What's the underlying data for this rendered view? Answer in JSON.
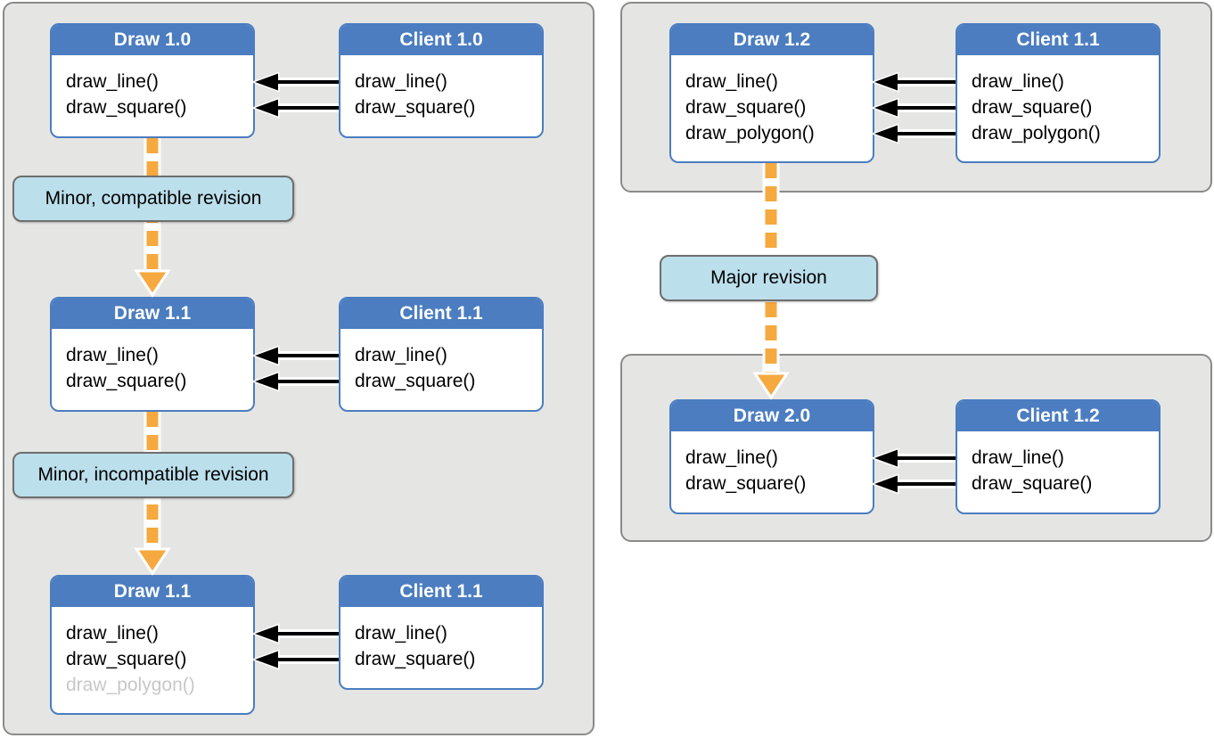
{
  "colors": {
    "accent_blue": "#4b7dc0",
    "panel_bg": "#e5e6e4",
    "label_bg": "#bcdfec",
    "arrow_orange": "#f5a93f",
    "ghost_text": "#c6c8c6"
  },
  "boxes": [
    {
      "title": "Draw 1.0",
      "methods": [
        "draw_line()",
        "draw_square()"
      ]
    },
    {
      "title": "Client 1.0",
      "methods": [
        "draw_line()",
        "draw_square()"
      ]
    },
    {
      "title": "Draw 1.1",
      "methods": [
        "draw_line()",
        "draw_square()"
      ]
    },
    {
      "title": "Client 1.1",
      "methods": [
        "draw_line()",
        "draw_square()"
      ]
    },
    {
      "title": "Draw 1.1",
      "methods": [
        "draw_line()",
        "draw_square()"
      ],
      "ghost_method": "draw_polygon()"
    },
    {
      "title": "Client 1.1",
      "methods": [
        "draw_line()",
        "draw_square()"
      ]
    },
    {
      "title": "Draw 1.2",
      "methods": [
        "draw_line()",
        "draw_square()",
        "draw_polygon()"
      ]
    },
    {
      "title": "Client 1.1",
      "methods": [
        "draw_line()",
        "draw_square()",
        "draw_polygon()"
      ]
    },
    {
      "title": "Draw 2.0",
      "methods": [
        "draw_line()",
        "draw_square()"
      ]
    },
    {
      "title": "Client 1.2",
      "methods": [
        "draw_line()",
        "draw_square()"
      ]
    }
  ],
  "labels": {
    "minor_compatible": "Minor, compatible revision",
    "minor_incompatible": "Minor, incompatible revision",
    "major": "Major revision"
  }
}
